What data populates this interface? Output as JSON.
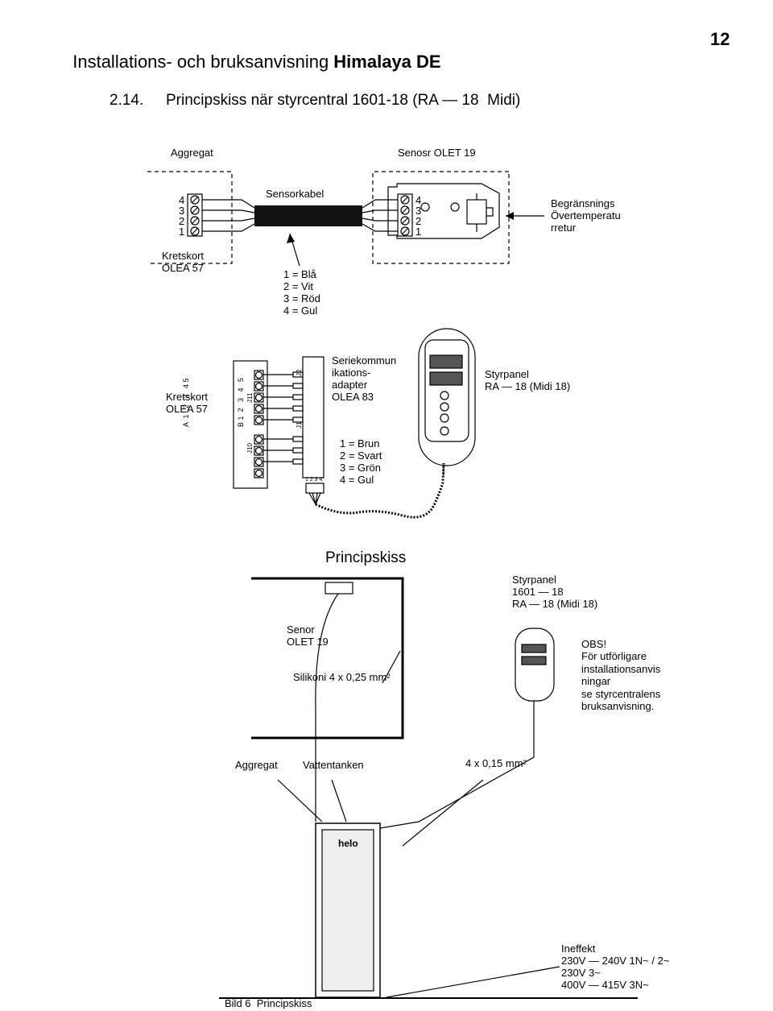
{
  "header": {
    "title_prefix": "Installations- och bruksanvisning ",
    "title_bold": "Himalaya DE",
    "page_number": "12"
  },
  "section": {
    "number": "2.14.",
    "title": "Principskiss när styrcentral 1601-18 (RA — 18  Midi)"
  },
  "top_diagram": {
    "aggregat": "Aggregat",
    "sensor_title": "Senosr OLET 19",
    "sensorkabel": "Sensorkabel",
    "terminal_numbers": [
      "4",
      "3",
      "2",
      "1"
    ],
    "begransning": [
      "Begränsnings",
      "Övertemperatu",
      "rretur"
    ],
    "kretskort": [
      "Kretskort",
      "OLEA 57"
    ],
    "wire_colors": [
      "1 = Blå",
      "2 = Vit",
      "3 = Röd",
      "4 = Gul"
    ]
  },
  "middle_diagram": {
    "kretskort": [
      "Kretskort",
      "OLEA 57"
    ],
    "board_row_a": "A  1   2   3   4 5",
    "board_row_b": "B 1  2   3   4   5",
    "j10": "J10",
    "j11": "J11",
    "j1": "J1",
    "j2": "J2",
    "adapter_pins": "1 2 3 4",
    "adapter": [
      "Seriekommun",
      "ikations-",
      "adapter",
      "OLEA 83"
    ],
    "wire_colors": [
      "1 = Brun",
      "2 = Svart",
      "3 = Grön",
      "4 = Gul"
    ],
    "styrpanel": [
      "Styrpanel",
      "RA — 18 (Midi 18)"
    ]
  },
  "principskiss": {
    "title": "Principskiss",
    "styrpanel": [
      "Styrpanel",
      "1601 — 18",
      "RA — 18 (Midi 18)"
    ],
    "senor": [
      "Senor",
      "OLET 19"
    ],
    "silikoni": "Silikoni 4 x 0,25 mm²",
    "obs": [
      "OBS!",
      "För utförligare",
      "installationsanvis",
      "ningar",
      "se styrcentralens",
      "bruksanvisning."
    ],
    "aggregat": "Aggregat",
    "vattentanken": "Vattentanken",
    "cable": "4 x 0,15 mm²",
    "brand": "helo",
    "ineffekt": [
      "Ineffekt",
      "230V — 240V 1N~ / 2~",
      "230V 3~",
      "400V — 415V 3N~"
    ],
    "caption": "Bild 6  Principskiss"
  }
}
